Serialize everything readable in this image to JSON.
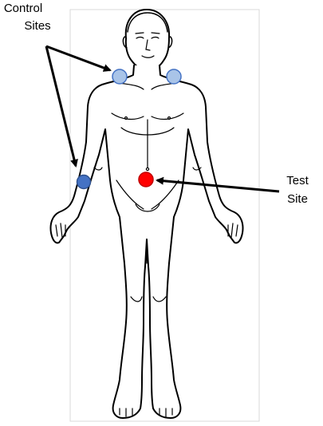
{
  "labels": {
    "control_line1": "Control",
    "control_line2": "Sites",
    "test_line1": "Test",
    "test_line2": "Site"
  },
  "colors": {
    "control_site_dark": "#4472c4",
    "control_site_light": "#a9c4e8",
    "test_site": "#ff0000",
    "outline": "#000000",
    "frame": "#d9d9d9"
  },
  "markers": [
    {
      "name": "control-site-left-shoulder",
      "kind": "control"
    },
    {
      "name": "control-site-right-shoulder",
      "kind": "control"
    },
    {
      "name": "control-site-right-forearm",
      "kind": "control"
    },
    {
      "name": "test-site-abdomen",
      "kind": "test"
    }
  ]
}
